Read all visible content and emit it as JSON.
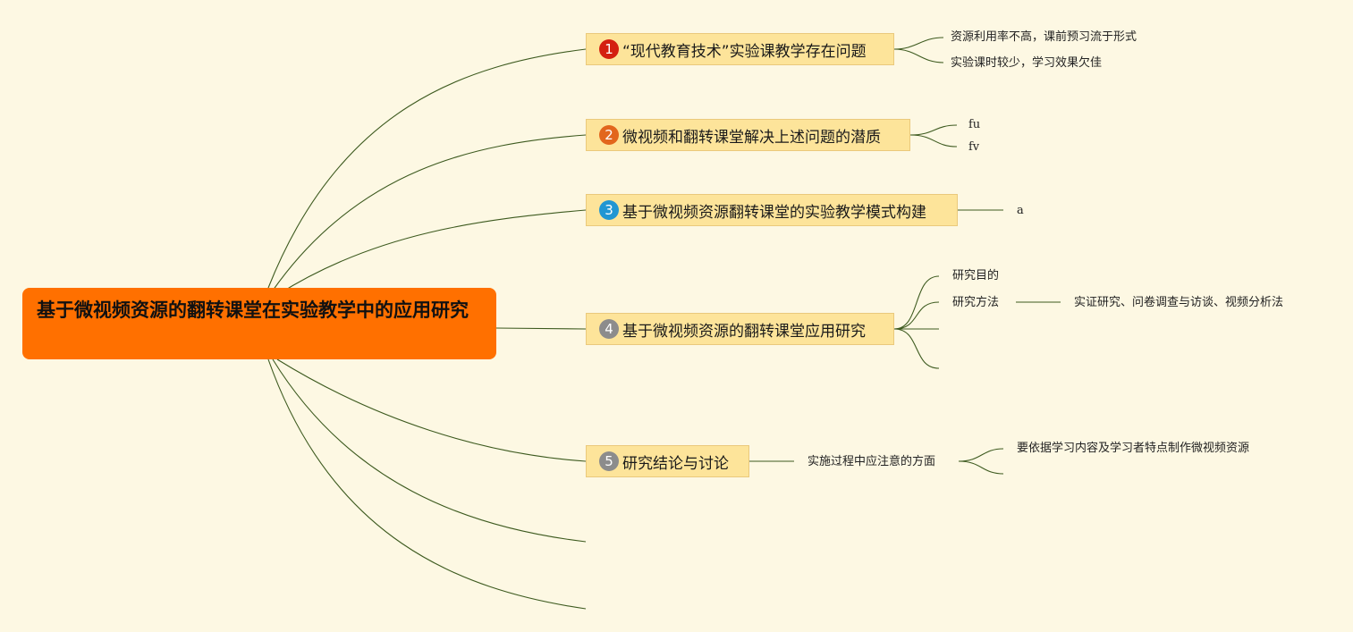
{
  "root": {
    "title": "基于微视频资源的翻转课堂在实验教学中的应用研究",
    "color": "#ff7000"
  },
  "topics": [
    {
      "number": "1",
      "badge_color": "#d42010",
      "label": "“现代教育技术”实验课教学存在问题",
      "children": [
        "资源利用率不高，课前预习流于形式",
        "实验课时较少，学习效果欠佳"
      ]
    },
    {
      "number": "2",
      "badge_color": "#e2661c",
      "label": "微视频和翻转课堂解决上述问题的潜质",
      "children": [
        "fu",
        "fv"
      ]
    },
    {
      "number": "3",
      "badge_color": "#2196d3",
      "label": "基于微视频资源翻转课堂的实验教学模式构建",
      "children": [
        "a"
      ]
    },
    {
      "number": "4",
      "badge_color": "#8c8c8c",
      "label": "基于微视频资源的翻转课堂应用研究",
      "children": [
        "研究目的",
        "研究方法",
        "",
        ""
      ],
      "grandchildren": {
        "研究方法": "实证研究、问卷调查与访谈、视频分析法"
      }
    },
    {
      "number": "5",
      "badge_color": "#8c8c8c",
      "label": "研究结论与讨论",
      "children": [
        "实施过程中应注意的方面"
      ],
      "grandchildren": {
        "实施过程中应注意的方面": [
          "要依据学习内容及学习者特点制作微视频资源",
          ""
        ]
      }
    }
  ],
  "colors": {
    "background": "#fdf8e3",
    "topic_fill": "#fde49a",
    "line": "#3d5a1f"
  }
}
